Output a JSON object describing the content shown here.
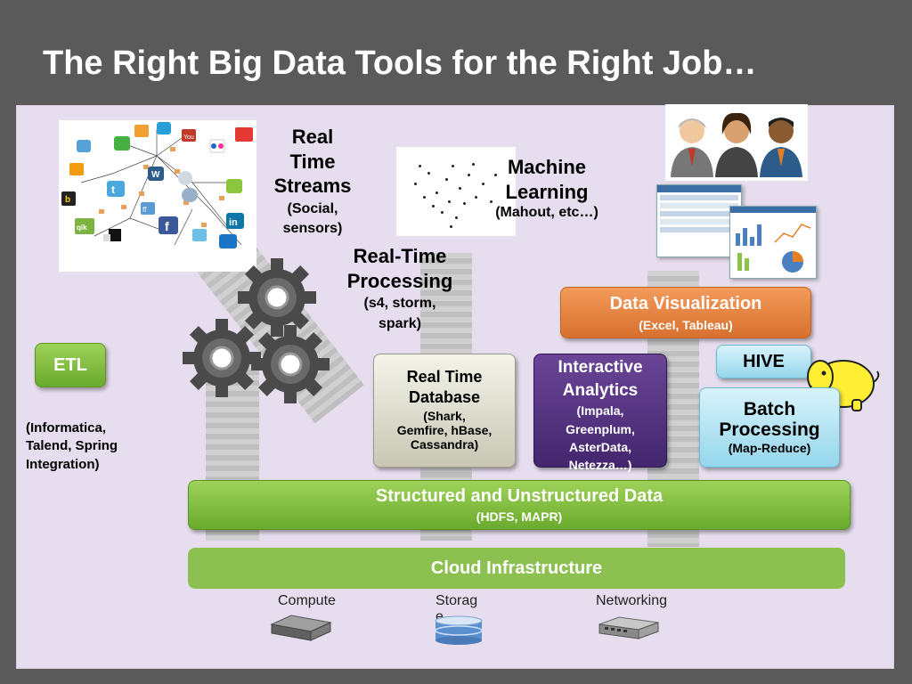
{
  "title": "The Right Big Data Tools for the Right Job…",
  "real_time_streams": {
    "line1": "Real",
    "line2": "Time",
    "line3": "Streams",
    "sub1": "(Social,",
    "sub2": "sensors)"
  },
  "machine_learning": {
    "line1": "Machine",
    "line2": "Learning",
    "sub": "(Mahout, etc…)"
  },
  "real_time_processing": {
    "line1": "Real-Time",
    "line2": "Processing",
    "sub1": "(s4, storm,",
    "sub2": "spark)"
  },
  "etl": {
    "label": "ETL",
    "sub1": "(Informatica,",
    "sub2": "Talend, Spring",
    "sub3": "Integration)"
  },
  "real_time_database": {
    "line1": "Real Time",
    "line2": "Database",
    "sub1": "(Shark,",
    "sub2": "Gemfire, hBase,",
    "sub3": "Cassandra)"
  },
  "interactive_analytics": {
    "line1": "Interactive",
    "line2": "Analytics",
    "sub1": "(Impala,",
    "sub2": "Greenplum,",
    "sub3": "AsterData,",
    "sub4": "Netezza…)"
  },
  "data_visualization": {
    "line1": "Data Visualization",
    "sub": "(Excel, Tableau)"
  },
  "hive": {
    "label": "HIVE"
  },
  "batch_processing": {
    "line1": "Batch",
    "line2": "Processing",
    "sub": "(Map-Reduce)"
  },
  "structured_data": {
    "line1": "Structured and Unstructured Data",
    "sub": "(HDFS, MAPR)"
  },
  "cloud": {
    "label": "Cloud Infrastructure"
  },
  "infra": {
    "compute": "Compute",
    "storage_line1": "Storag",
    "storage_line2": "e",
    "networking": "Networking"
  },
  "social_icons": {
    "twitter": "t",
    "linkedin": "in",
    "facebook": "f",
    "qik": "qik",
    "youtube": "You",
    "wordpress": "W",
    "blogger": "b",
    "myspace": "ff"
  },
  "colors": {
    "background": "#5a5a5a",
    "panel": "#e6ddee",
    "green": "#7dbb3f",
    "orange": "#e58542",
    "purple": "#55347f",
    "cyan": "#b6e4f3"
  }
}
